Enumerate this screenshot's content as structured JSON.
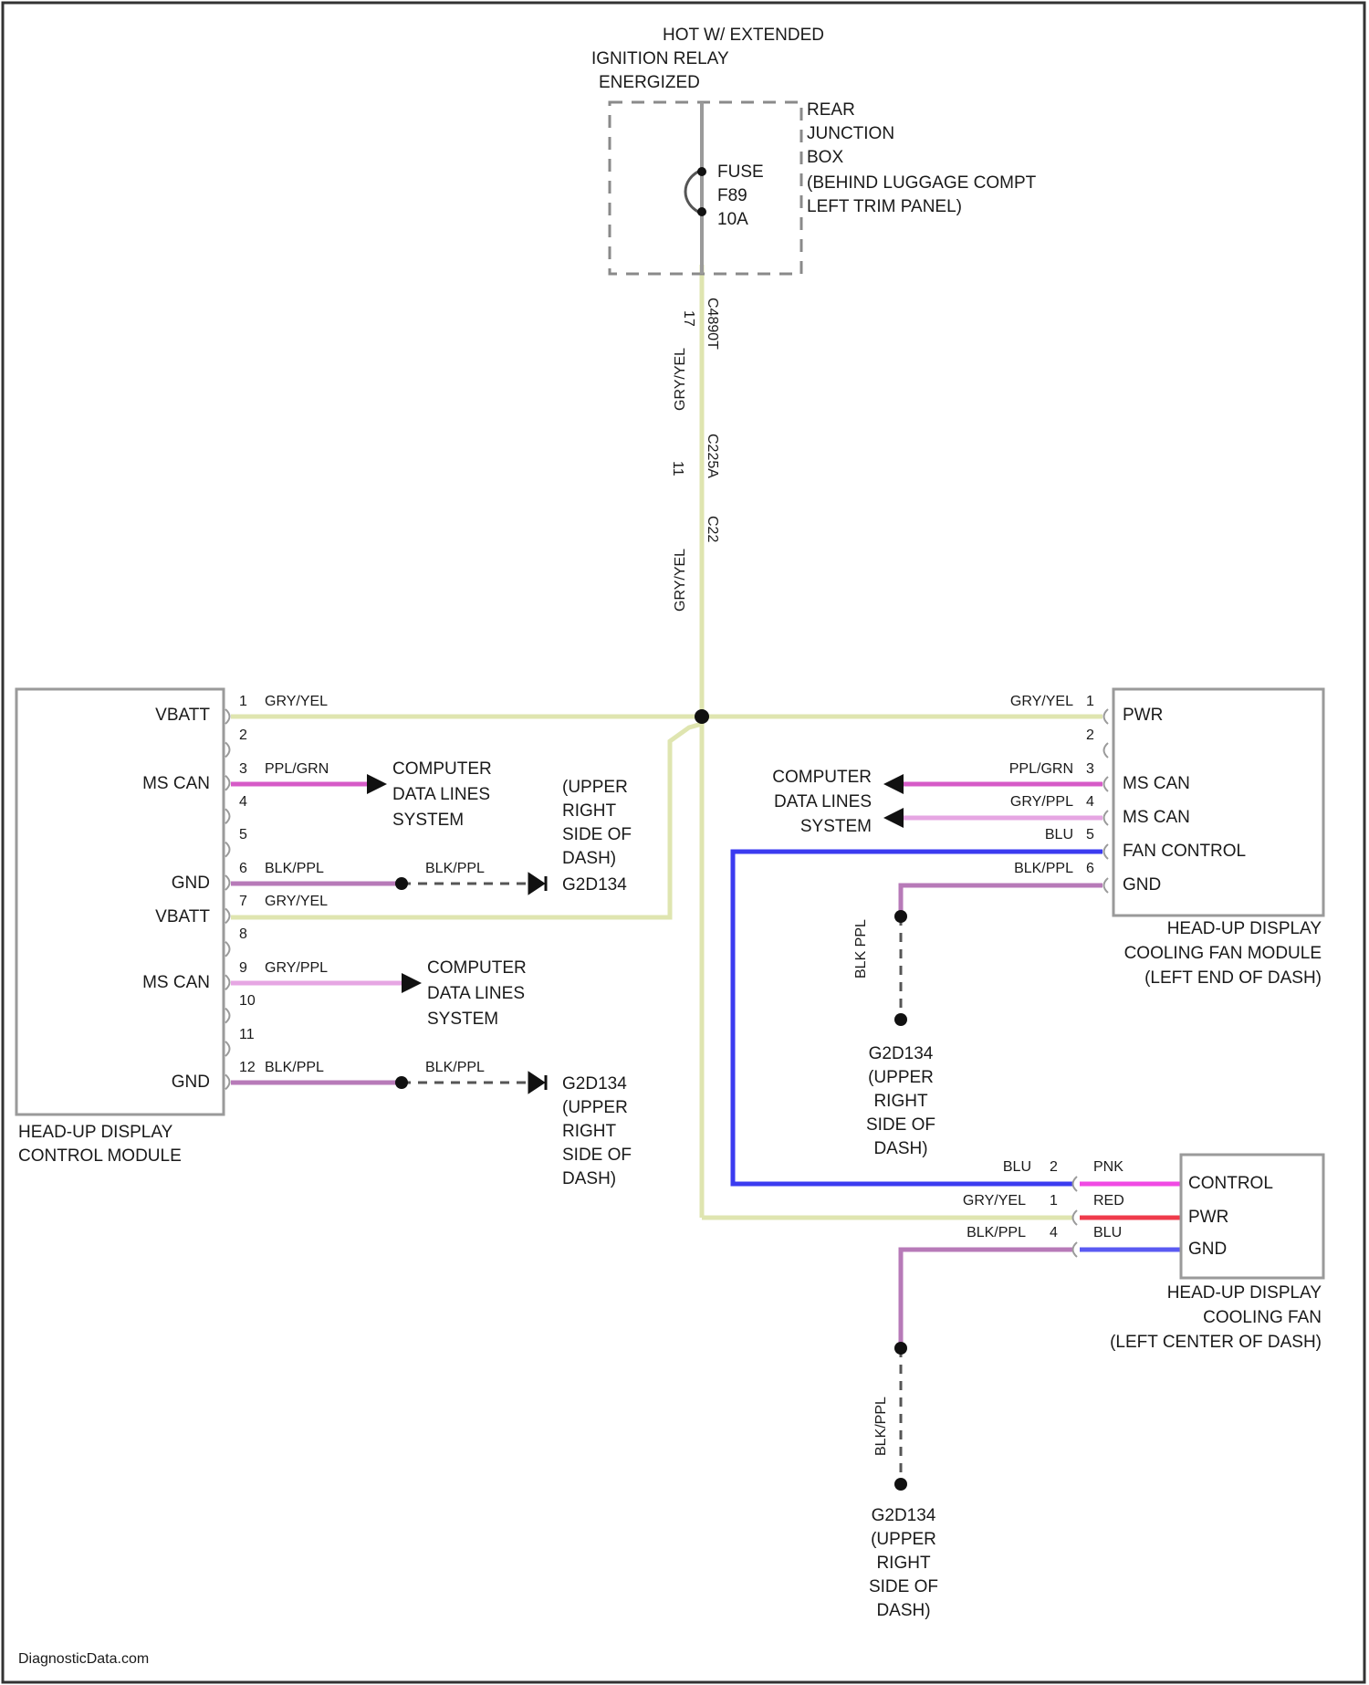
{
  "colors": {
    "gry_yel": "#dfe5b0",
    "ppl_grn": "#d65bc7",
    "gry_ppl": "#e6a6e3",
    "blk_ppl": "#b77ab8",
    "blu": "#3b3bf0",
    "pnk": "#f04ae3",
    "red": "#ef3b4b",
    "blu2": "#5a5af2"
  },
  "source_labels": {
    "line1": "HOT W/ EXTENDED",
    "line2": "IGNITION RELAY",
    "line3": "ENERGIZED"
  },
  "rjb": {
    "line1": "REAR",
    "line2": "JUNCTION",
    "line3": "BOX",
    "line4": "(BEHIND LUGGAGE COMPT",
    "line5": "LEFT TRIM PANEL)"
  },
  "fuse": {
    "line1": "FUSE",
    "line2": "F89",
    "line3": "10A"
  },
  "vertical_wire": {
    "pin_top": "17",
    "connector_top": "C4890T",
    "color_top": "GRY/YEL",
    "pin_mid": "11",
    "connector_mid": "C225A",
    "connector_mid2": "C22",
    "color_mid": "GRY/YEL"
  },
  "hud_module": {
    "title1": "HEAD-UP DISPLAY",
    "title2": "CONTROL MODULE",
    "pin_labels": [
      "VBATT",
      "MS CAN",
      "GND",
      "VBATT",
      "MS CAN",
      "GND"
    ],
    "pins": [
      "1",
      "2",
      "3",
      "4",
      "5",
      "6",
      "7",
      "8",
      "9",
      "10",
      "11",
      "12"
    ],
    "wire_colors": [
      "GRY/YEL",
      "PPL/GRN",
      "BLK/PPL",
      "GRY/YEL",
      "GRY/PPL",
      "BLK/PPL"
    ]
  },
  "cdl_ref": {
    "line1": "COMPUTER",
    "line2": "DATA LINES",
    "line3": "SYSTEM"
  },
  "ground_wire": "BLK/PPL",
  "ground_ref": {
    "id": "G2D134",
    "line1": "(UPPER",
    "line2": "RIGHT",
    "line3": "SIDE OF",
    "line4": "DASH)"
  },
  "fan_module": {
    "title1": "HEAD-UP DISPLAY",
    "title2": "COOLING FAN MODULE",
    "title3": "(LEFT END OF DASH)",
    "pin_labels": [
      "PWR",
      "MS CAN",
      "MS CAN",
      "FAN CONTROL",
      "GND"
    ],
    "pins": [
      "1",
      "2",
      "3",
      "4",
      "5",
      "6"
    ],
    "wire_colors": [
      "GRY/YEL",
      "PPL/GRN",
      "GRY/PPL",
      "BLU",
      "BLK/PPL"
    ],
    "ground_wire": "BLK PPL"
  },
  "fan": {
    "title1": "HEAD-UP DISPLAY",
    "title2": "COOLING FAN",
    "title3": "(LEFT CENTER OF DASH)",
    "pin_labels": [
      "CONTROL",
      "PWR",
      "GND"
    ],
    "pins": [
      "2",
      "1",
      "4"
    ],
    "wire_colors": [
      "BLU",
      "GRY/YEL",
      "BLK/PPL"
    ],
    "internal_colors": [
      "PNK",
      "RED",
      "BLU"
    ]
  },
  "watermark": "DiagnosticData.com"
}
